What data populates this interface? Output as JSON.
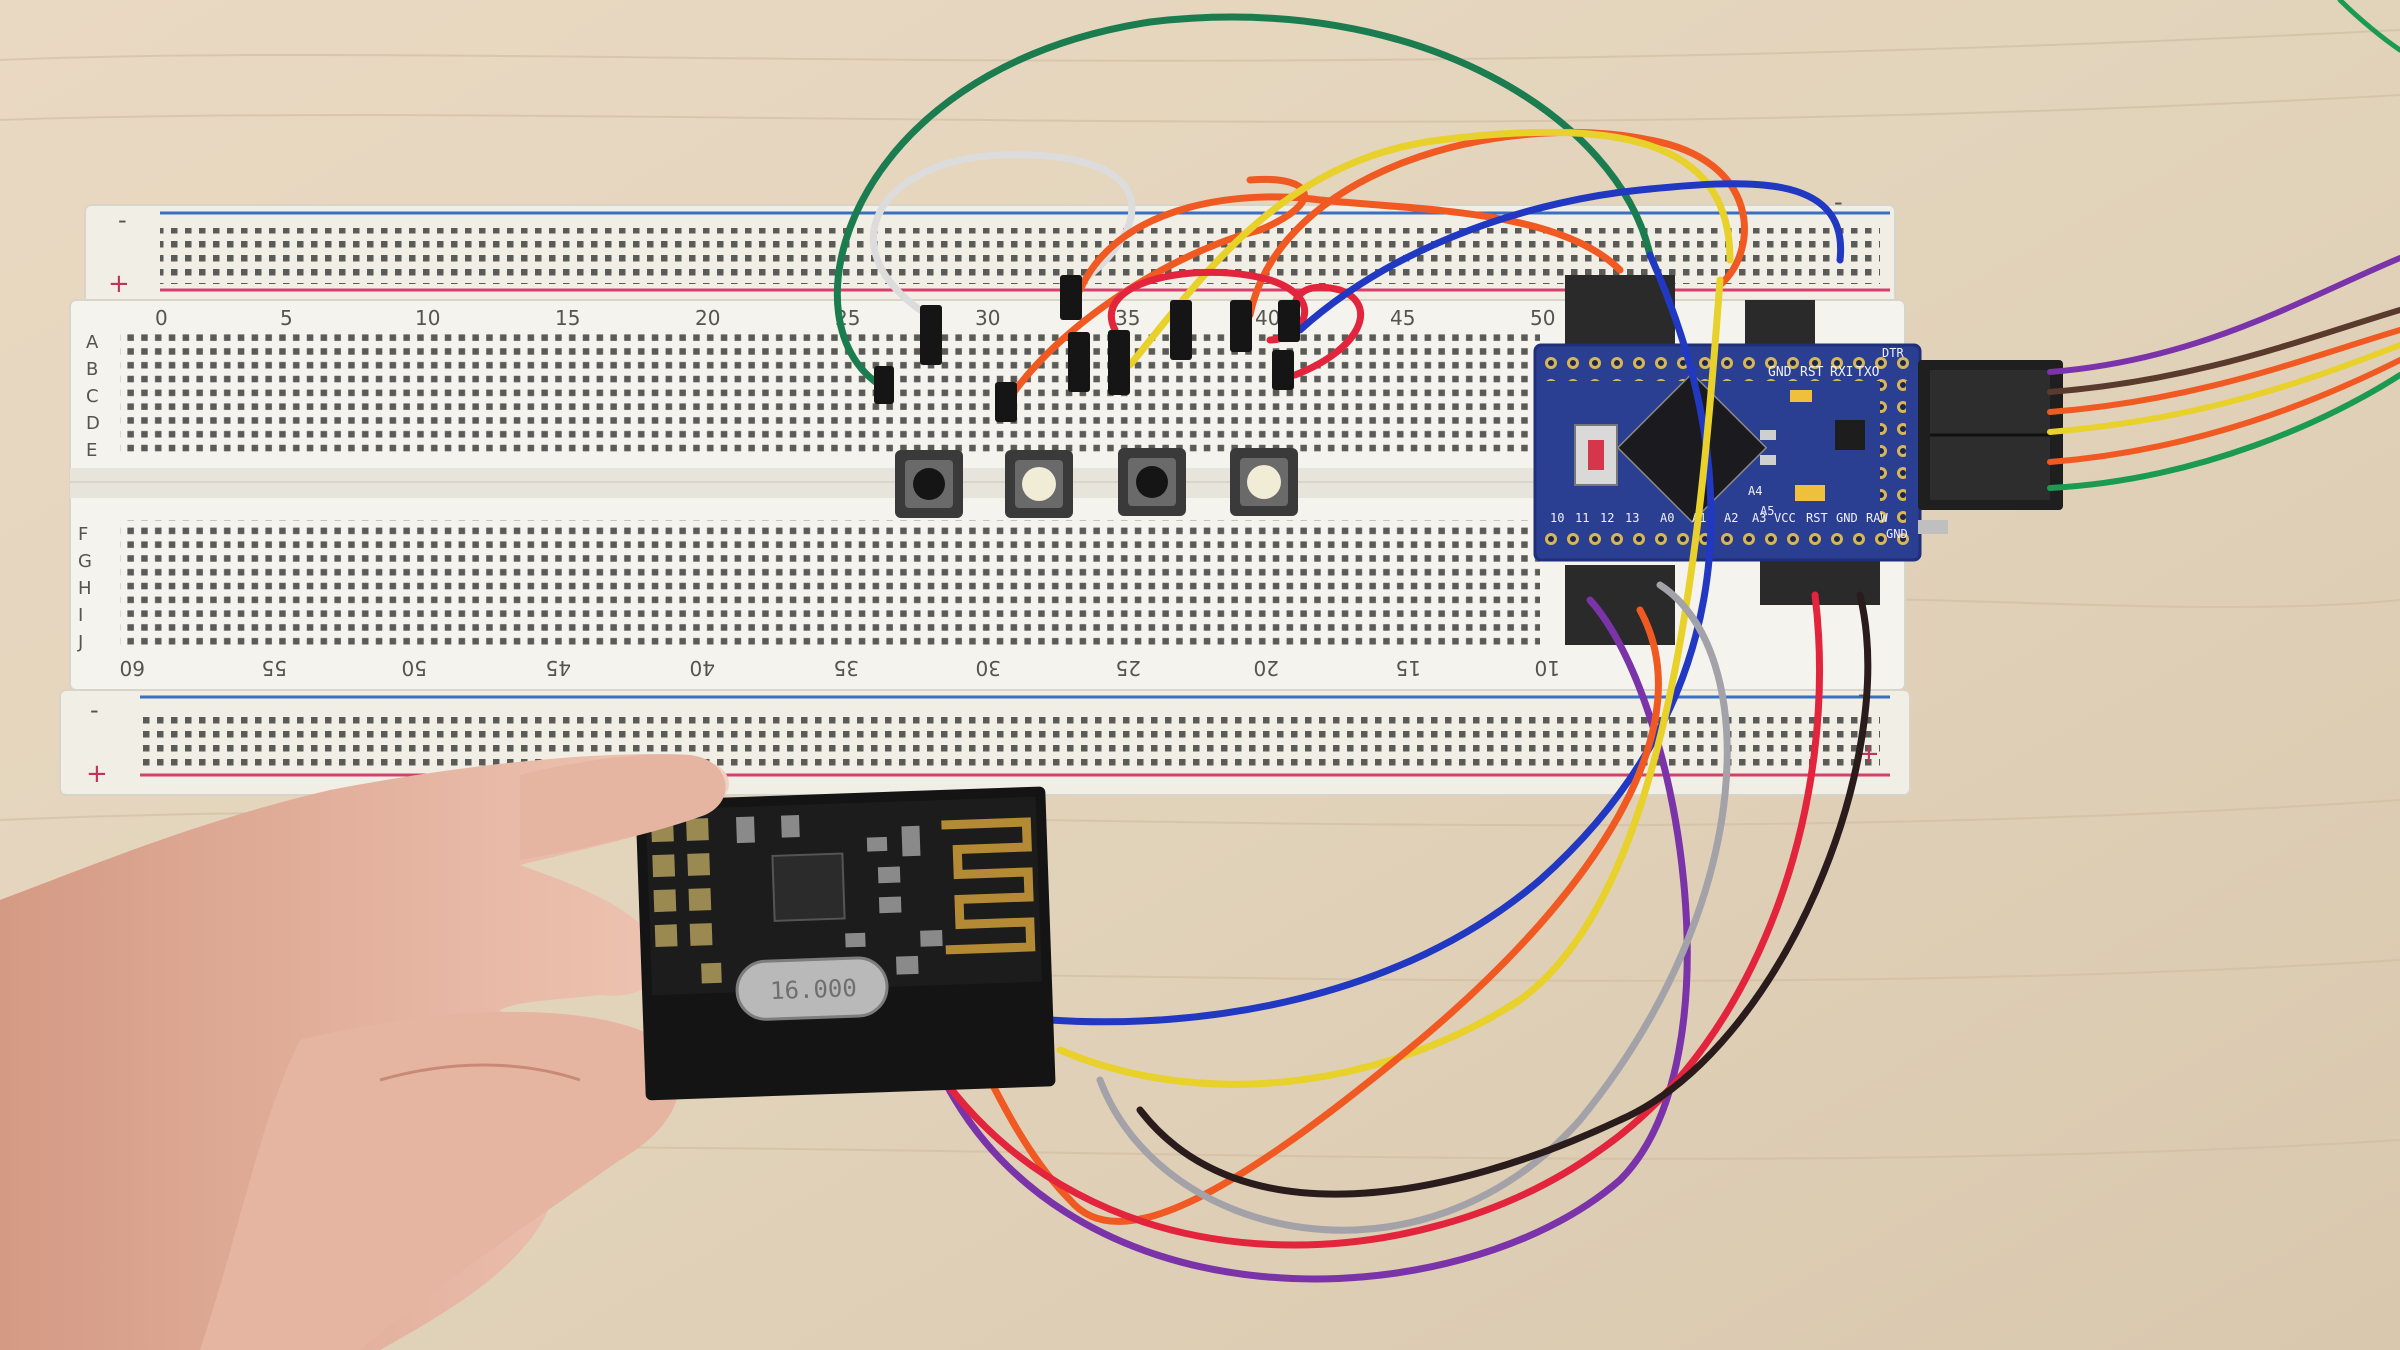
{
  "scene": {
    "colors": {
      "table": "#e3d5bf",
      "breadboard": "#f3f1ea",
      "rail_red": "#d2426a",
      "rail_blue": "#3b6fc2",
      "arduino_pcb": "#2b3f92",
      "radio_pcb": "#141414",
      "skin": "#e4b29f"
    },
    "wire_colors": {
      "green": "#1b7d4f",
      "white": "#dcdcdc",
      "orange": "#f05a22",
      "red": "#e3243d",
      "yellow": "#e7d12a",
      "blue": "#2138c2",
      "purple": "#7a33a8",
      "gray": "#a2a2a8",
      "black": "#2a1c1c",
      "brown": "#5b3a2e"
    },
    "breadboard": {
      "rail_signs": {
        "minus": "-",
        "plus": "+"
      },
      "top_rows": [
        "A",
        "B",
        "C",
        "D",
        "E"
      ],
      "bottom_rows": [
        "F",
        "G",
        "H",
        "I",
        "J"
      ],
      "top_numbers": [
        "0",
        "5",
        "10",
        "15",
        "20",
        "25",
        "30",
        "35",
        "40",
        "45",
        "50"
      ],
      "bottom_numbers": [
        "60",
        "55",
        "50",
        "45",
        "40",
        "35",
        "30",
        "25",
        "20",
        "15",
        "10"
      ]
    },
    "arduino": {
      "top_labels": [
        "GND",
        "RST",
        "RXI",
        "TXO",
        "DTR"
      ],
      "right_labels": [
        "A4",
        "A5"
      ],
      "bottom_labels": [
        "10",
        "11",
        "12",
        "13",
        "A0",
        "A1",
        "A2",
        "A3",
        "VCC",
        "RST",
        "GND",
        "RAW",
        "GND"
      ]
    },
    "radio": {
      "crystal_text": "16.000"
    }
  }
}
